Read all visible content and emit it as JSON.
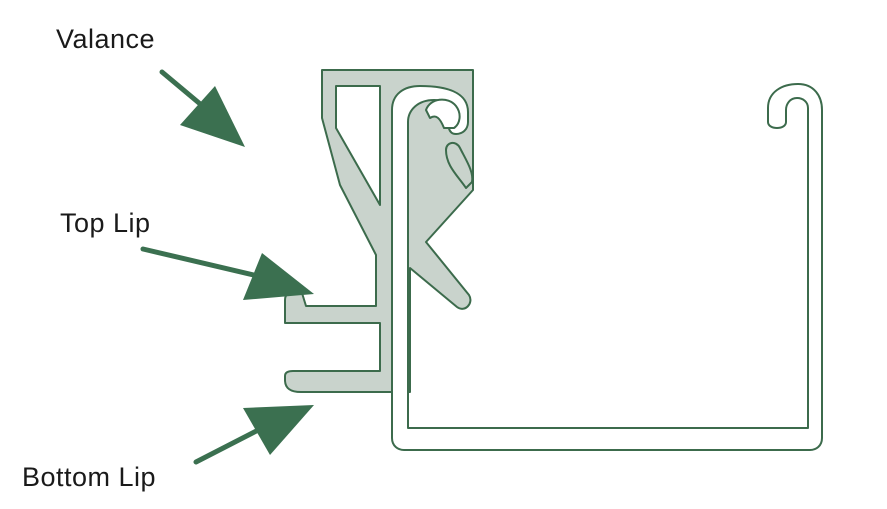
{
  "labels": {
    "valance": "Valance",
    "top_lip": "Top Lip",
    "bottom_lip": "Bottom Lip"
  },
  "colors": {
    "profile_fill": "#c9d3cc",
    "profile_stroke": "#3c6b4c",
    "arrow": "#3b7050",
    "text": "#1a1a1a",
    "background": "#ffffff"
  }
}
